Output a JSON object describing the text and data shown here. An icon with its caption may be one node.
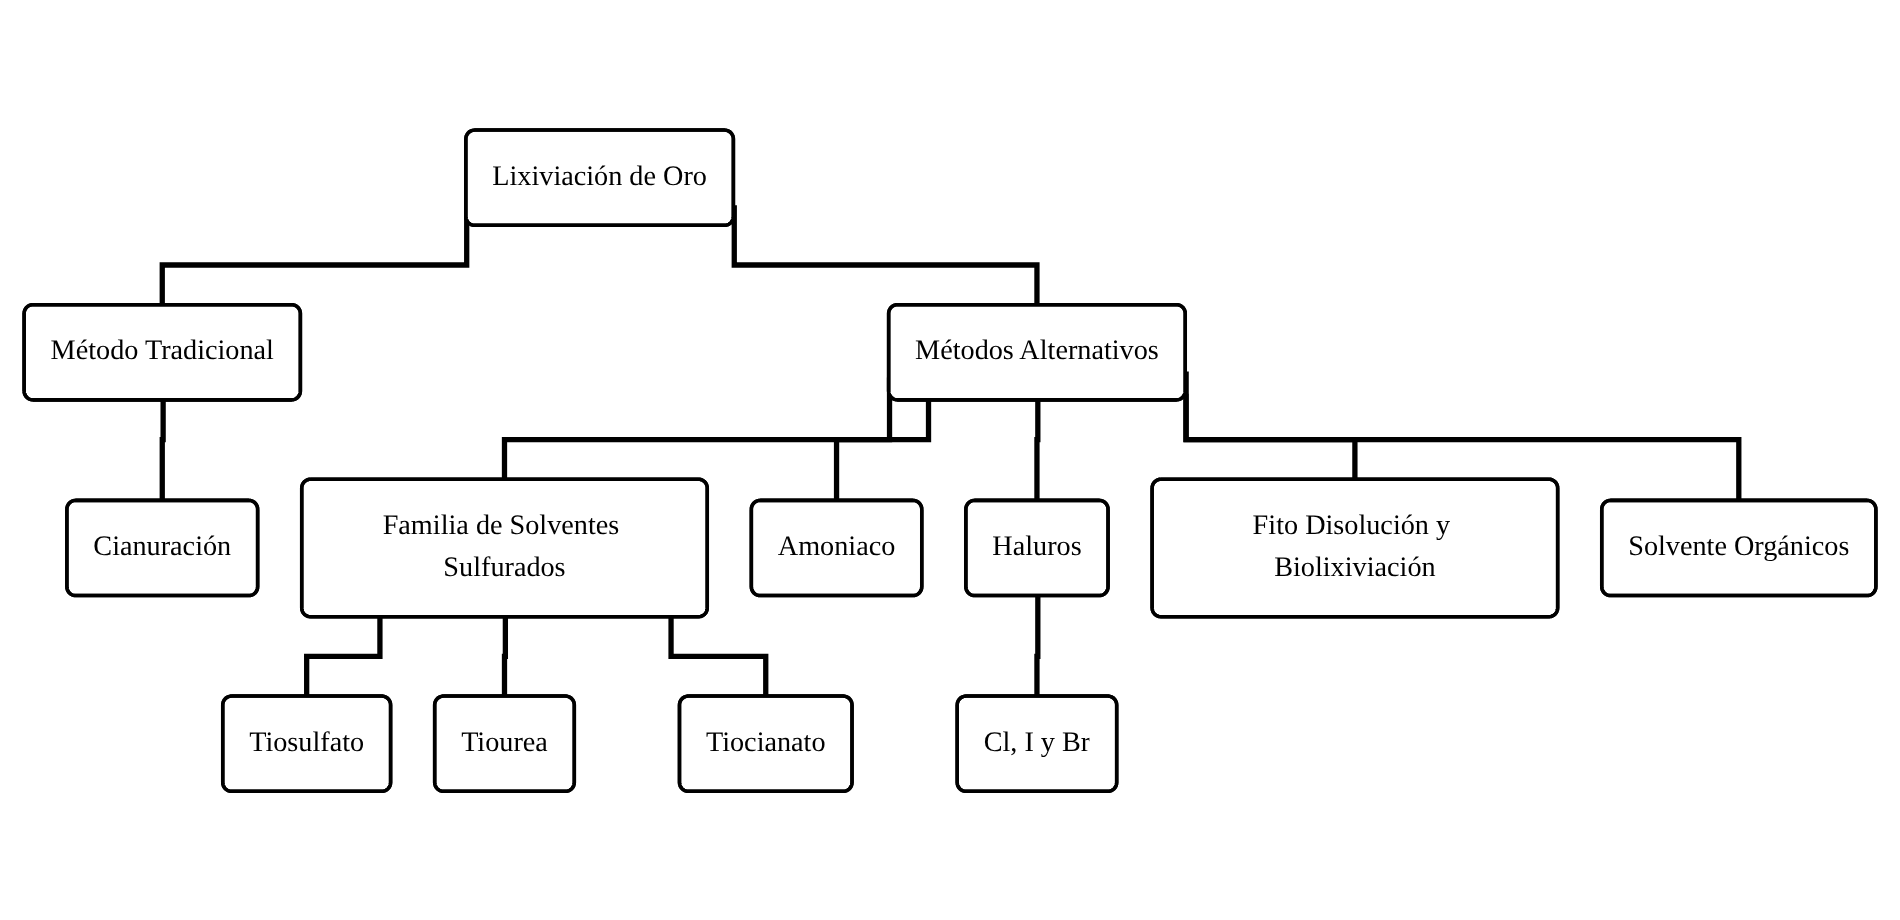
{
  "diagram": {
    "nodes": [
      {
        "text": [
          "Lixiviación de Oro"
        ]
      },
      {
        "text": [
          "Método Tradicional"
        ]
      },
      {
        "text": [
          "Métodos Alternativos"
        ]
      },
      {
        "text": [
          "Cianuración"
        ]
      },
      {
        "text": [
          "Familia de Solventes Sulfurados"
        ]
      },
      {
        "text": [
          "Amoniaco"
        ]
      },
      {
        "text": [
          "Haluros"
        ]
      },
      {
        "text": [
          "Fito Disolución y Biolixiviación"
        ]
      },
      {
        "text": [
          "Solvente Orgánicos"
        ]
      },
      {
        "text": [
          "Tiosulfato"
        ]
      },
      {
        "text": [
          "Tiourea"
        ]
      },
      {
        "text": [
          "Tiocianato"
        ]
      },
      {
        "text": [
          "Cl, I y Br"
        ]
      }
    ],
    "edges": [
      {
        "from": 0,
        "to": 1,
        "arrow": "none"
      },
      {
        "from": 0,
        "to": 2,
        "arrow": "none"
      },
      {
        "from": 1,
        "to": 3,
        "arrow": "none"
      },
      {
        "from": 2,
        "to": 4,
        "arrow": "none"
      },
      {
        "from": 2,
        "to": 5,
        "arrow": "none"
      },
      {
        "from": 2,
        "to": 6,
        "arrow": "none"
      },
      {
        "from": 2,
        "to": 7,
        "arrow": "none"
      },
      {
        "from": 2,
        "to": 8,
        "arrow": "none"
      },
      {
        "from": 4,
        "to": 9,
        "arrow": "none"
      },
      {
        "from": 4,
        "to": 10,
        "arrow": "none"
      },
      {
        "from": 4,
        "to": 11,
        "arrow": "none"
      },
      {
        "from": 6,
        "to": 12,
        "arrow": "none"
      }
    ]
  }
}
